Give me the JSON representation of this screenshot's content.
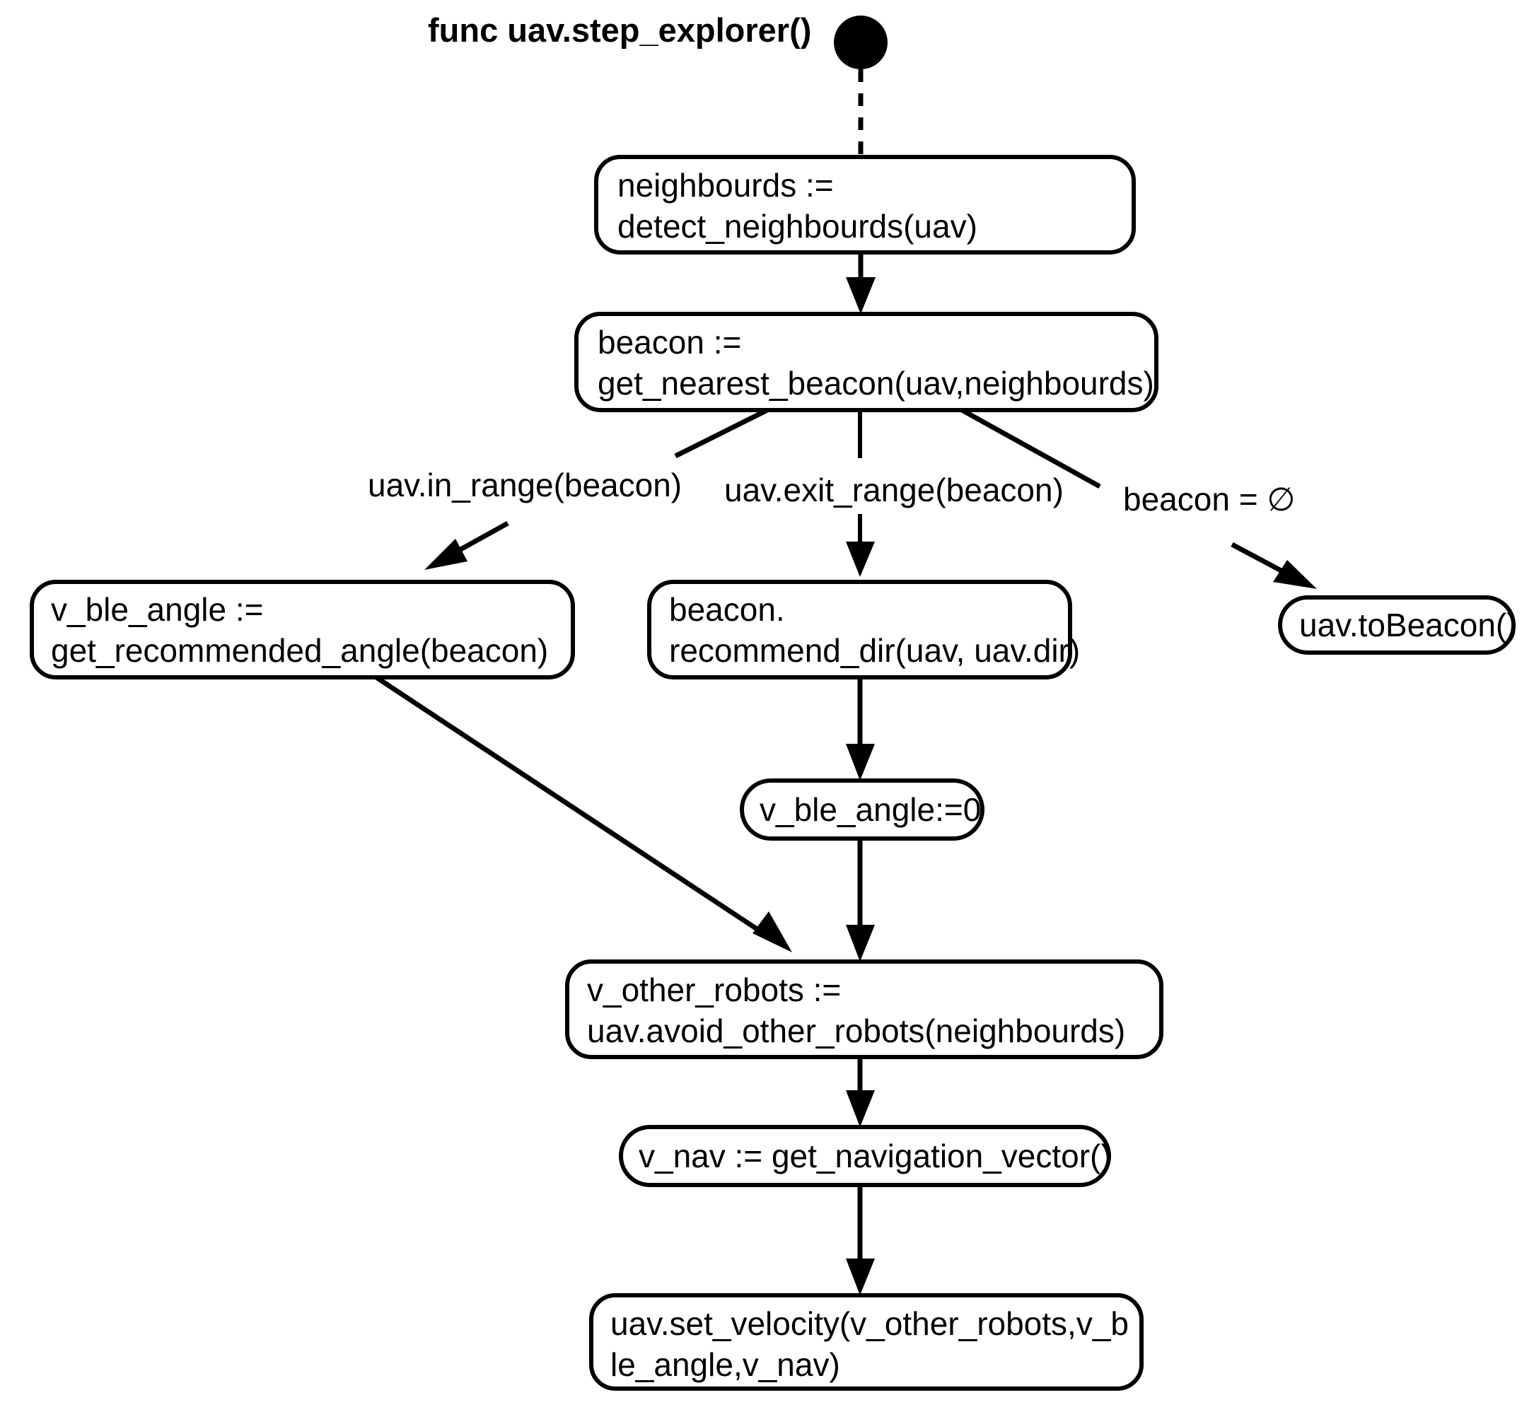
{
  "diagram": {
    "title": "func uav.step_explorer()",
    "type": "uml-activity-diagram",
    "start_node": "initial-state",
    "nodes": [
      {
        "id": "detect-neighbourds",
        "lines": [
          "neighbourds :=",
          "detect_neighbourds(uav)"
        ]
      },
      {
        "id": "get-nearest-beacon",
        "lines": [
          "beacon :=",
          "get_nearest_beacon(uav,neighbourds)"
        ]
      },
      {
        "id": "get-recommended-angle",
        "lines": [
          "v_ble_angle :=",
          "get_recommended_angle(beacon)"
        ]
      },
      {
        "id": "recommend-dir",
        "lines": [
          "beacon.",
          "recommend_dir(uav, uav.dir)"
        ]
      },
      {
        "id": "to-beacon",
        "lines": [
          "uav.toBeacon()"
        ]
      },
      {
        "id": "reset-ble-angle",
        "lines": [
          "v_ble_angle:=0"
        ]
      },
      {
        "id": "avoid-other-robots",
        "lines": [
          "v_other_robots :=",
          "uav.avoid_other_robots(neighbourds)"
        ]
      },
      {
        "id": "navigation-vector",
        "lines": [
          "v_nav := get_navigation_vector()"
        ]
      },
      {
        "id": "set-velocity",
        "lines": [
          "uav.set_velocity(v_other_robots,v_b",
          "le_angle,v_nav)"
        ]
      }
    ],
    "edge_labels": [
      {
        "id": "guard-in-range",
        "text": "uav.in_range(beacon)"
      },
      {
        "id": "guard-exit-range",
        "text": "uav.exit_range(beacon)"
      },
      {
        "id": "guard-beacon-empty",
        "text": "beacon = ∅"
      }
    ],
    "colors": {
      "stroke": "#000000",
      "fill": "#ffffff",
      "background": "#ffffff"
    }
  }
}
